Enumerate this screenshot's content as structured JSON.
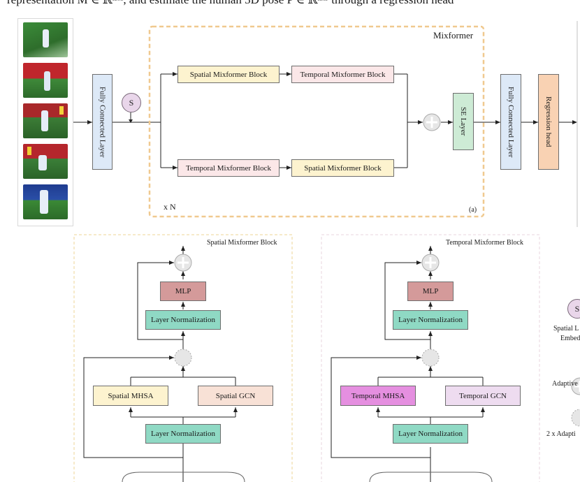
{
  "caption": "representation M ∈ ℝⁿˣᵈ, and estimate the human 3D pose P ∈ ℝⁿˣ³ through a regression head",
  "top": {
    "mixformer_title": "Mixformer",
    "fc_layer_left": "Fully Connected Layer",
    "s_node": "S",
    "spatial_block_top": "Spatial Mixformer Block",
    "temporal_block_top": "Temporal Mixformer Block",
    "temporal_block_bottom": "Temporal Mixformer Block",
    "spatial_block_bottom": "Spatial Mixformer Block",
    "se_layer": "SE Layer",
    "fc_layer_right": "Fully Connected Layer",
    "regression_head": "Regression head",
    "repeat_label": "x N",
    "panel_tag": "(a)"
  },
  "spatial_panel": {
    "title": "Spatial Mixformer Block",
    "mlp": "MLP",
    "layer_norm_top": "Layer Normalization",
    "mhsa": "Spatial MHSA",
    "gcn": "Spatial GCN",
    "layer_norm_bottom": "Layer Normalization"
  },
  "temporal_panel": {
    "title": "Temporal Mixformer Block",
    "mlp": "MLP",
    "layer_norm_top": "Layer Normalization",
    "mhsa": "Temporal MHSA",
    "gcn": "Temporal GCN",
    "layer_norm_bottom": "Layer Normalization"
  },
  "legend": {
    "s_symbol": "S",
    "s_label_1": "Spatial L",
    "s_label_2": "Embed",
    "adaptive_label": "Adaptive",
    "adaptive2_label": "2 x Adapti"
  },
  "colors": {
    "fc_blue": "#dde9f7",
    "regression_orange": "#f9d2b3",
    "se_green": "#cdebd5",
    "spatial_yellow": "#fdf3cf",
    "temporal_pink": "#fbe7e8",
    "mlp_red": "#d49a9a",
    "layer_norm_teal": "#8fd9c4",
    "spatial_gcn": "#f8e1d6",
    "temporal_mhsa": "#e58fe0",
    "temporal_gcn": "#eedcf0",
    "dashed_orange": "#f0c98f",
    "s_circle": "#e9d6ea"
  }
}
